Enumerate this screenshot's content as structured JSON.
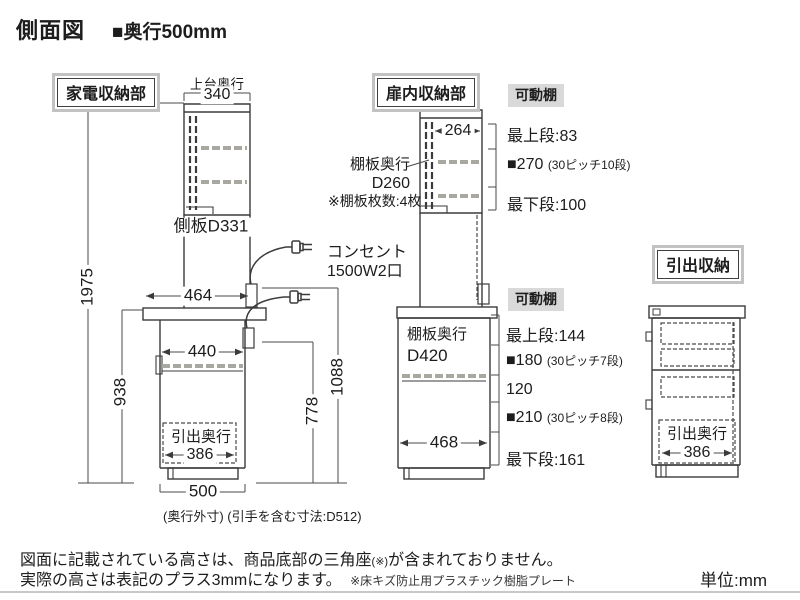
{
  "title": "側面図",
  "depth_note": "■奥行500mm",
  "left_unit": {
    "label": "家電収納部",
    "upper_depth_label": "上台奥行",
    "upper_depth": "340",
    "total_height": "1975",
    "side_panel": "側板D331",
    "counter_depth": "464",
    "lower_height": "938",
    "open_width": "440",
    "height_1088": "1088",
    "height_778": "778",
    "drawer_depth_label": "引出奥行",
    "drawer_depth": "386",
    "outer_depth": "500",
    "outer_depth_note": "(奥行外寸) (引手を含む寸法:D512)"
  },
  "outlet": {
    "label_line1": "コンセント",
    "label_line2": "1500W2口"
  },
  "middle_unit": {
    "label": "扉内収納部",
    "upper": {
      "movable_shelf": "可動棚",
      "opening_depth": "264",
      "shelf_depth_label": "棚板奥行",
      "shelf_depth": "D260",
      "shelf_count_note": "※棚板枚数:4枚",
      "top_step": "最上段:83",
      "pitch_value": "■270",
      "pitch_note": "(30ピッチ10段)",
      "bottom_step": "最下段:100"
    },
    "lower": {
      "movable_shelf": "可動棚",
      "shelf_depth_label": "棚板奥行",
      "shelf_depth": "D420",
      "opening_width": "468",
      "rows": [
        {
          "value": "最上段:144",
          "note": ""
        },
        {
          "value": "■180",
          "note": "(30ピッチ7段)"
        },
        {
          "value": "120",
          "note": ""
        },
        {
          "value": "■210",
          "note": "(30ピッチ8段)"
        },
        {
          "value": "最下段:161",
          "note": ""
        }
      ]
    }
  },
  "right_unit": {
    "label": "引出収納",
    "drawer_depth_label": "引出奥行",
    "drawer_depth": "386"
  },
  "footer": {
    "note_line1_main": "図面に記載されている高さは、商品底部の三角座",
    "note_line1_small": "(※)",
    "note_line1_tail": "が含まれておりません。",
    "note_line2_main": "実際の高さは表記のプラス3mmになります。",
    "note_line2_small": "※床キズ防止用プラスチック樹脂プレート",
    "unit_label": "単位:mm"
  },
  "colors": {
    "line": "#3b3b3b",
    "shelf_dash": "#a8a8a0",
    "tag_bg": "#d9d9d9",
    "frame_gray": "#c2c2c2",
    "footer_rule": "#c8c8c8"
  }
}
